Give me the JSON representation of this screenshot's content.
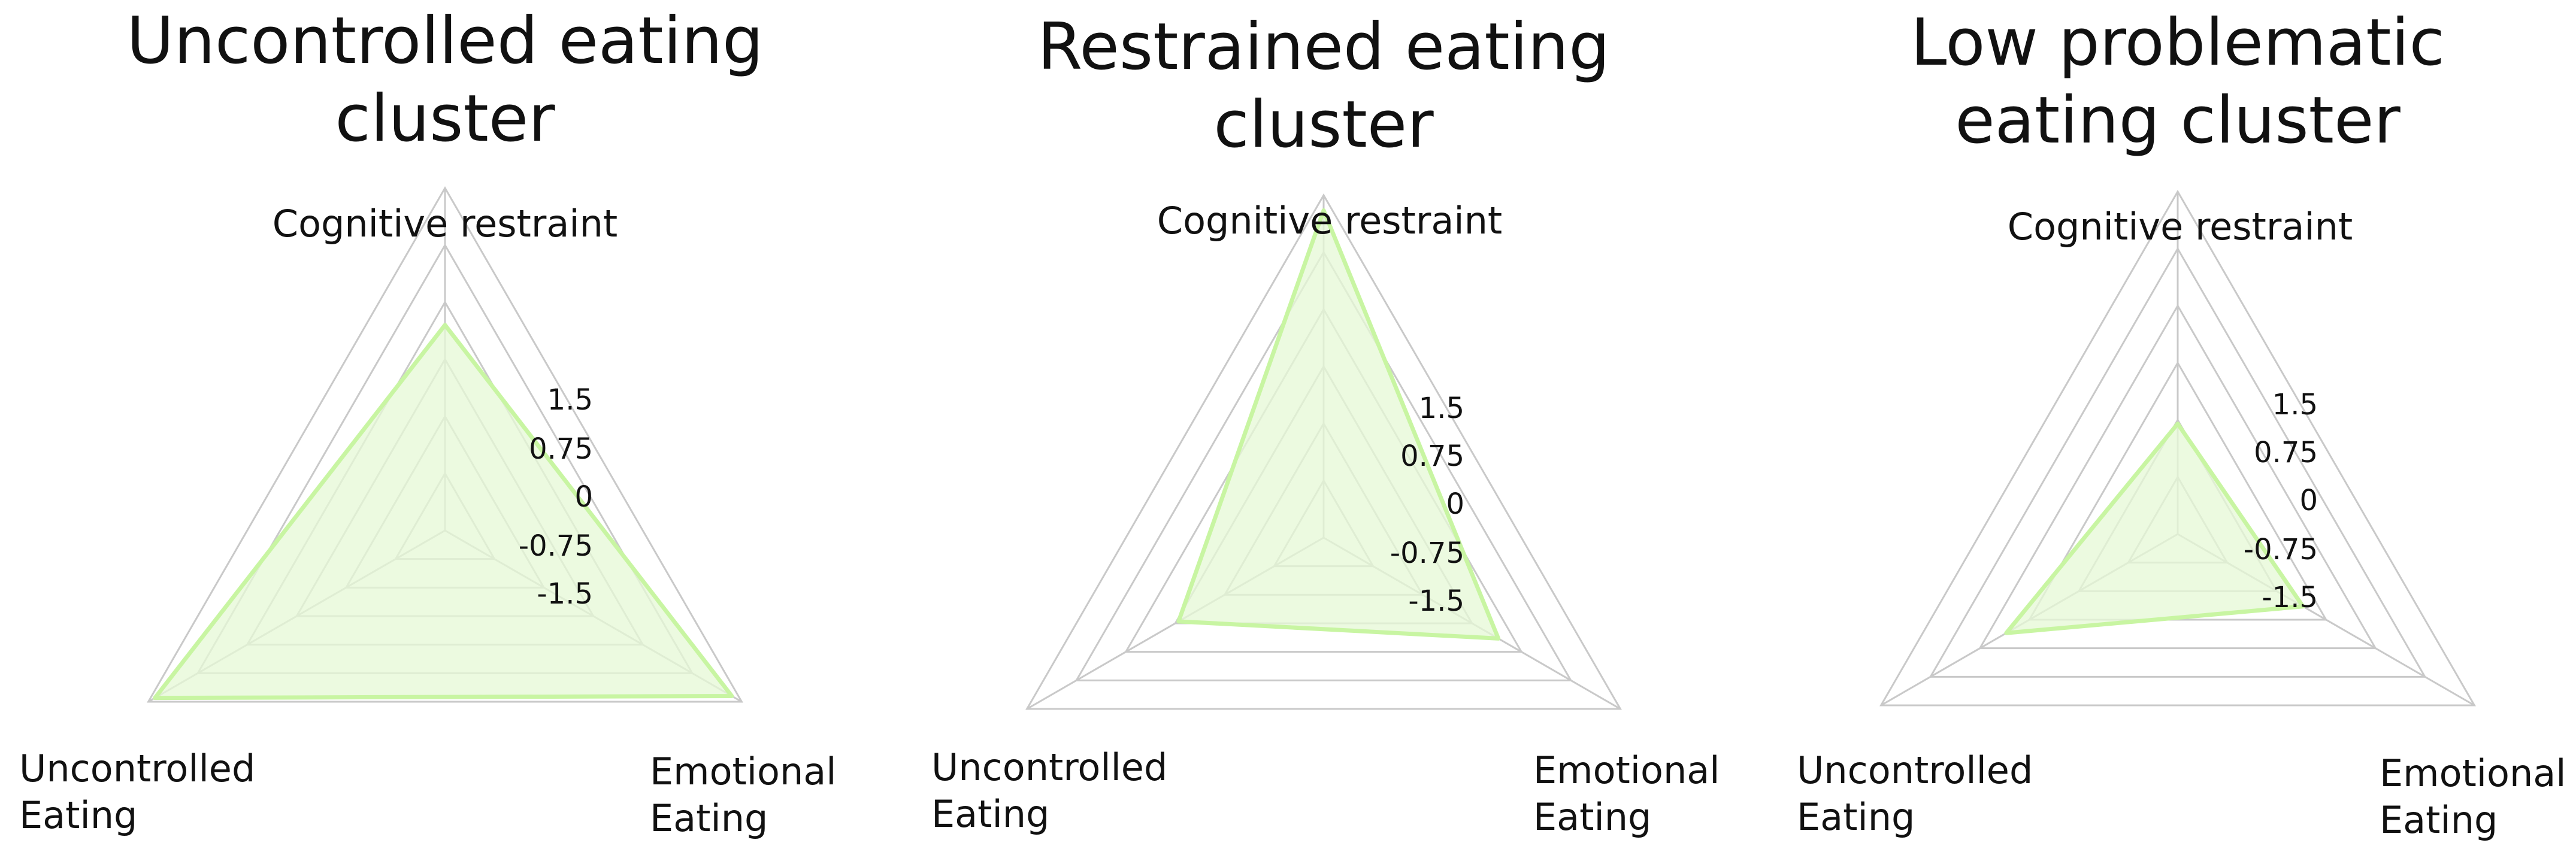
{
  "chart_data": [
    {
      "type": "radar",
      "title": [
        "Uncontrolled eating",
        "cluster"
      ],
      "axes": [
        "Cognitive restraint",
        "Emotional Eating",
        "Uncontrolled Eating"
      ],
      "axis_label_lines": [
        [
          "Cognitive restraint"
        ],
        [
          "Emotional",
          "Eating"
        ],
        [
          "Uncontrolled",
          "Eating"
        ]
      ],
      "r_ticks": [
        "1.5",
        "0.75",
        "0",
        "-0.75",
        "-1.5"
      ],
      "r_range": [
        -2.25,
        2.25
      ],
      "grid_levels": [
        -1.5,
        -0.75,
        0,
        0.75,
        1.5,
        2.25
      ],
      "series": [
        {
          "values": [
            0.45,
            2.1,
            2.15
          ]
        }
      ]
    },
    {
      "type": "radar",
      "title": [
        "Restrained eating",
        "cluster"
      ],
      "axes": [
        "Cognitive restraint",
        "Emotional Eating",
        "Uncontrolled Eating"
      ],
      "axis_label_lines": [
        [
          "Cognitive restraint"
        ],
        [
          "Emotional",
          "Eating"
        ],
        [
          "Uncontrolled",
          "Eating"
        ]
      ],
      "r_ticks": [
        "1.5",
        "0.75",
        "0",
        "-0.75",
        "-1.5"
      ],
      "r_range": [
        -2.25,
        2.25
      ],
      "grid_levels": [
        -1.5,
        -0.75,
        0,
        0.75,
        1.5,
        2.25
      ],
      "series": [
        {
          "values": [
            2.05,
            0.4,
            -0.05
          ]
        }
      ]
    },
    {
      "type": "radar",
      "title": [
        "Low problematic",
        "eating cluster"
      ],
      "axes": [
        "Cognitive restraint",
        "Emotional Eating",
        "Uncontrolled Eating"
      ],
      "axis_label_lines": [
        [
          "Cognitive restraint"
        ],
        [
          "Emotional",
          "Eating"
        ],
        [
          "Uncontrolled",
          "Eating"
        ]
      ],
      "r_ticks": [
        "1.5",
        "0.75",
        "0",
        "-0.75",
        "-1.5"
      ],
      "r_range": [
        -2.25,
        2.25
      ],
      "grid_levels": [
        -1.5,
        -0.75,
        0,
        0.75,
        1.5,
        2.25
      ],
      "series": [
        {
          "values": [
            -0.8,
            -0.35,
            0.35
          ]
        }
      ]
    }
  ],
  "colors": {
    "series_line": "#c8f5a2",
    "series_fill": "#e6f8d5",
    "grid": "#c9c9c9",
    "text": "#111111"
  }
}
